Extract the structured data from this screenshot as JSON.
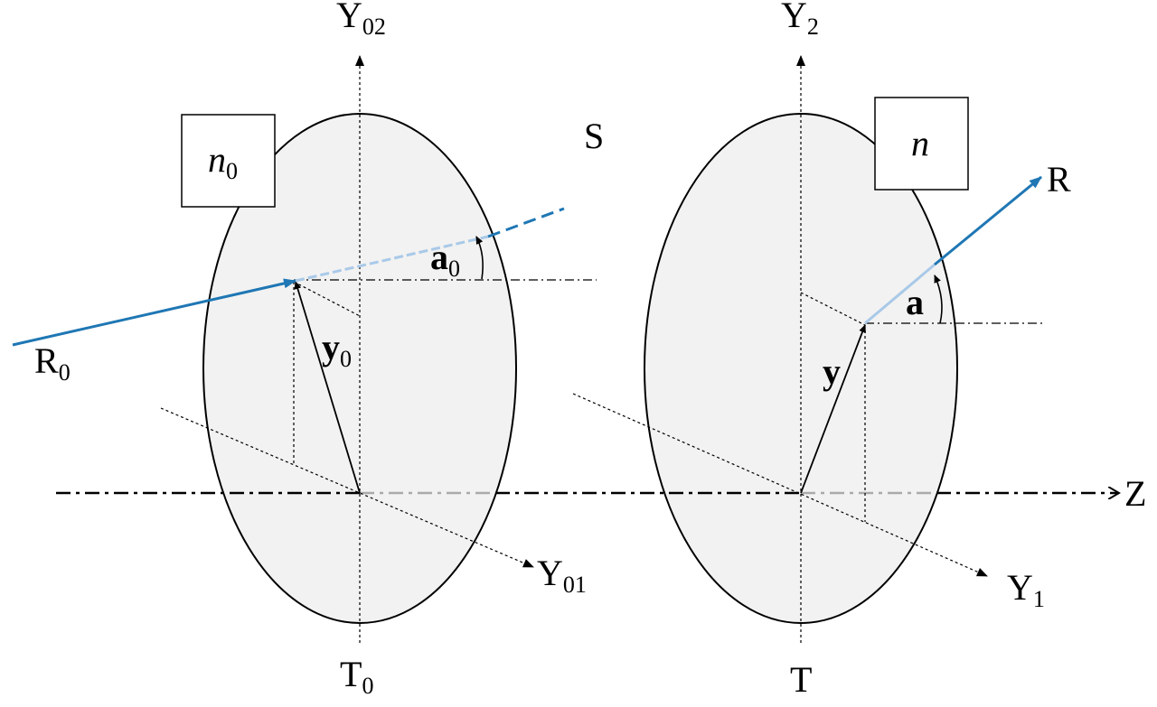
{
  "colors": {
    "ray": "#1f77b4",
    "ray_light": "#a9c9e8",
    "surface_fill": "#f2f2f2",
    "stroke": "#000000",
    "axis_gray": "#aaaaaa"
  },
  "labels": {
    "y02": {
      "main": "Y",
      "sub": "02"
    },
    "y2": {
      "main": "Y",
      "sub": "2"
    },
    "n0": {
      "main": "n",
      "sub": "0"
    },
    "n": {
      "main": "n"
    },
    "s": "S",
    "r": "R",
    "a0": {
      "main": "a",
      "sub": "0"
    },
    "a": "a",
    "r0": {
      "main": "R",
      "sub": "0"
    },
    "y0_vec": {
      "main": "y",
      "sub": "0"
    },
    "y_vec": "y",
    "z": "Z",
    "y01": {
      "main": "Y",
      "sub": "01"
    },
    "y1": {
      "main": "Y",
      "sub": "1"
    },
    "t0": {
      "main": "T",
      "sub": "0"
    },
    "t": "T"
  },
  "icons": {
    "arrowhead": "filled-triangle-arrowhead"
  }
}
